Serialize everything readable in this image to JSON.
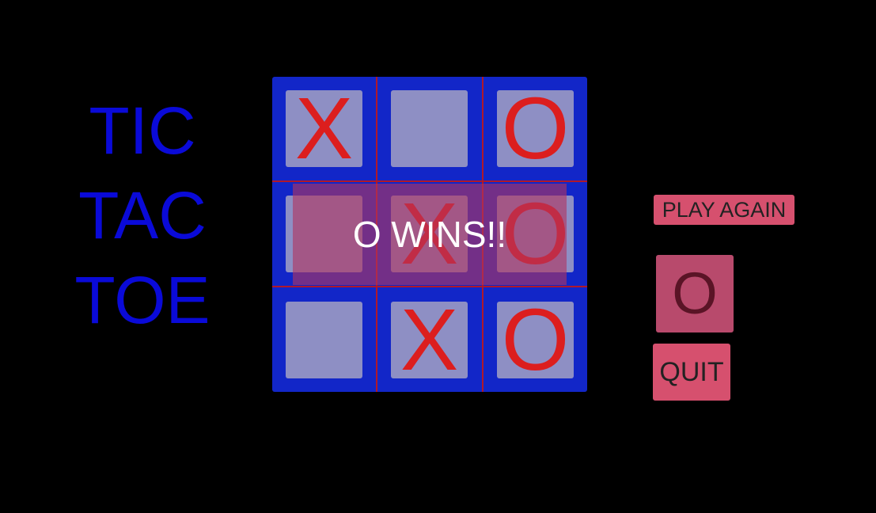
{
  "title": {
    "lines": [
      "TIC",
      "TAC",
      "TOE"
    ]
  },
  "board": {
    "cells": [
      "X",
      "",
      "O",
      "",
      "X",
      "O",
      "",
      "X",
      "O"
    ]
  },
  "result_banner": {
    "text": "O WINS!!"
  },
  "controls": {
    "play_again_label": "PLAY AGAIN",
    "current_player": "O",
    "quit_label": "QUIT"
  },
  "colors": {
    "background": "#000000",
    "title": "#0a0ad8",
    "board": "#1226c8",
    "cell": "#8e8fc4",
    "mark": "#dc1e1e",
    "button": "#d6506e",
    "banner_text": "#ffffff"
  }
}
